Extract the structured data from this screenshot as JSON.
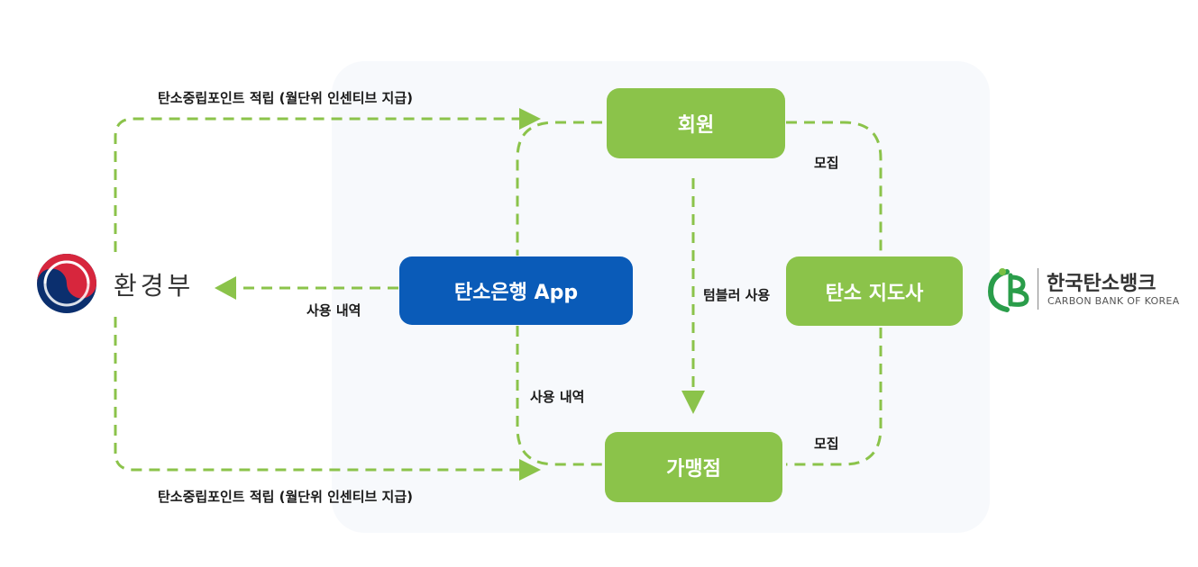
{
  "nodes": {
    "member": "회원",
    "app": "탄소은행 App",
    "instructor": "탄소 지도사",
    "merchant": "가맹점"
  },
  "labels": {
    "points_top": "탄소중립포인트 적립 (월단위 인센티브 지급)",
    "points_bottom": "탄소중립포인트 적립 (월단위 인센티브 지급)",
    "usage_left": "사용 내역",
    "usage_bottom": "사용 내역",
    "tumbler": "텀블러 사용",
    "recruit_top": "모집",
    "recruit_bottom": "모집"
  },
  "ministry": {
    "name": "환경부",
    "logo_icon": "taegeuk-logo-icon"
  },
  "carbon_bank": {
    "name": "한국탄소뱅크",
    "subtitle": "CARBON BANK OF KOREA",
    "logo_icon": "carbon-bank-logo-icon"
  },
  "colors": {
    "green": "#8bc34a",
    "blue": "#0a5bb8",
    "panel": "#f7f9fc",
    "line": "#8bc34a"
  }
}
